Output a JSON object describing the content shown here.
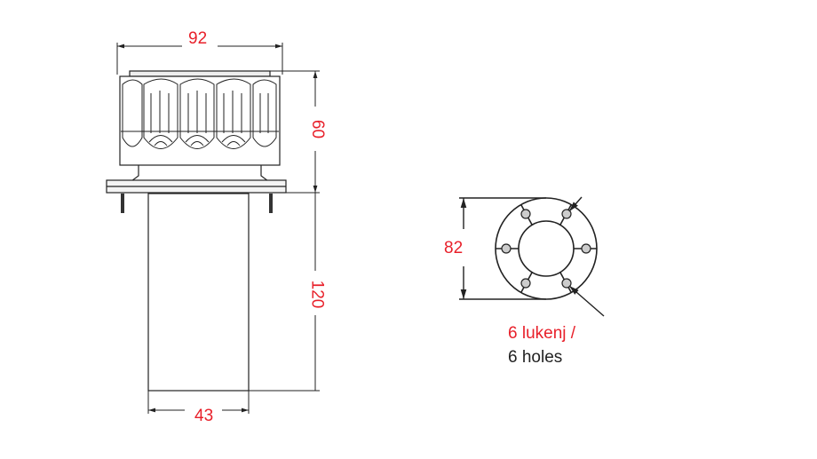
{
  "dimensions": {
    "width_head": "92",
    "height_head": "60",
    "height_tube": "120",
    "width_tube": "43",
    "flange_diameter": "82"
  },
  "callout": {
    "holes_local": "6 lukenj /",
    "holes_english": "6 holes"
  },
  "colors": {
    "dimension_text": "#e8202a",
    "line": "#222222"
  }
}
